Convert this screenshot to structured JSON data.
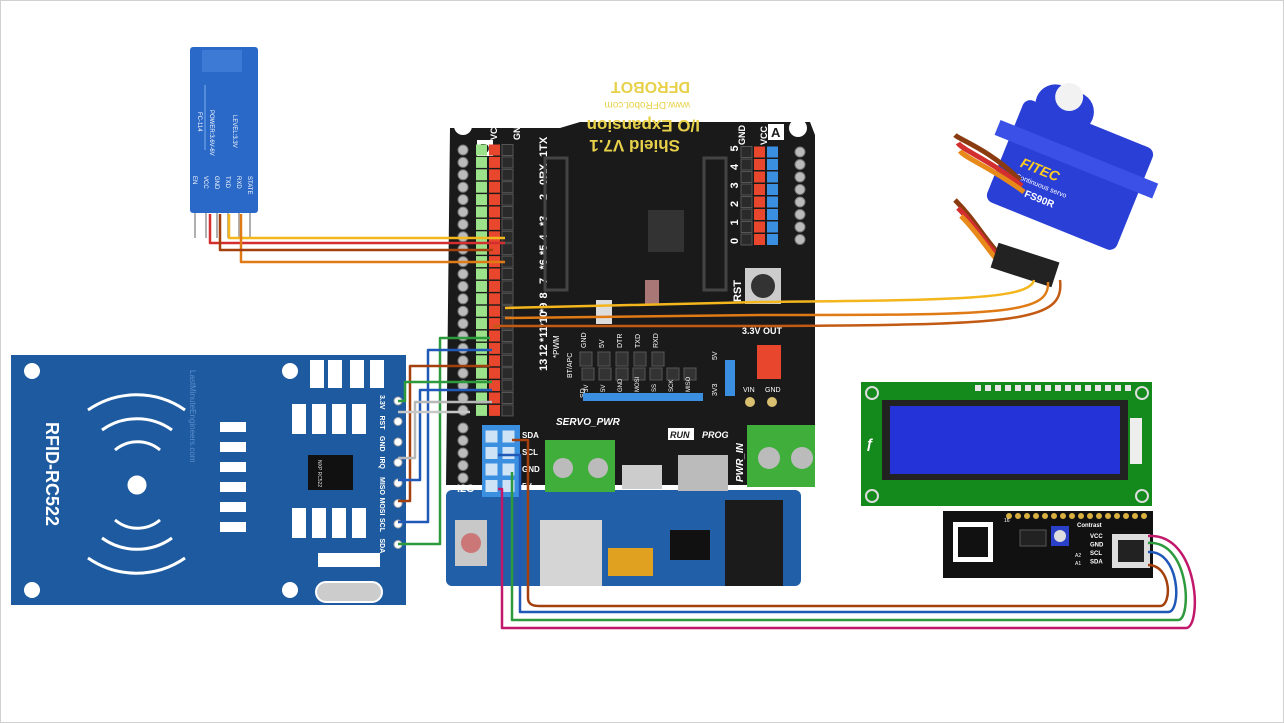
{
  "bluetooth": {
    "model": "FC-114",
    "power": "POWER:3.6V-6V",
    "level": "LEVEL:3.3V",
    "pins": [
      "EN",
      "VCC",
      "GND",
      "TXD",
      "RXD",
      "STATE"
    ]
  },
  "shield": {
    "title": "I/O Expansion",
    "subtitle": "Shield V7.1",
    "url": "www.DFRobot.com",
    "brand": "DFROBOT",
    "header_d": "D",
    "header_a": "A",
    "vcc": "VCC",
    "gnd": "GND",
    "digital_left": [
      "*3",
      "4",
      "*5",
      "*6",
      "7",
      "8",
      "*9",
      "*10",
      "*11",
      "12",
      "13"
    ],
    "tx": "1TX",
    "rx": "0RX",
    "two": "2",
    "pwm": "*PWM",
    "analog": [
      "0",
      "1",
      "2",
      "3",
      "4",
      "5"
    ],
    "rst": "RST",
    "out": "3.3V OUT",
    "servo_pwr": "SERVO_PWR",
    "run": "RUN",
    "prog": "PROG",
    "pwr_in": "PWR_IN",
    "i2c": "I2C",
    "sda": "SDA",
    "scl": "SCL",
    "gnd_pin": "GND",
    "five_v": "5V",
    "xbee_top": [
      "GND",
      "5V",
      "DTR",
      "TXD",
      "RXD"
    ],
    "xbee_bottom": [
      "3V",
      "5V",
      "GND",
      "MOSI",
      "SS",
      "SCK",
      "MISO"
    ],
    "bt_apc": "BT/APC",
    "sd": "SD",
    "v5": "5V",
    "v3": "3V3",
    "vin": "VIN",
    "gnd2": "GND"
  },
  "rfid": {
    "label": "RFID-RC522",
    "pins": [
      "3.3V",
      "RST",
      "GND",
      "IRQ",
      "MISO",
      "MOSI",
      "SCL",
      "SDA"
    ],
    "chip": "NXP RC522",
    "watermark": "LastMinuteEngineers.com"
  },
  "servo": {
    "brand": "FITEC",
    "type": "Continuous servo",
    "model": "FS90R"
  },
  "i2c_backpack": {
    "contrast": "Contrast",
    "pins": [
      "VCC",
      "GND",
      "SCL",
      "SDA"
    ],
    "a_labels": [
      "A2",
      "A1"
    ],
    "pin16": "16"
  },
  "colors": {
    "board_blue": "#1d5aa0",
    "shield_black": "#1a1a1a",
    "header_green": "#9be28b",
    "header_red": "#e8472e",
    "header_blue": "#3b8fe0",
    "wire_yellow": "#f3b61c",
    "wire_orange": "#e07a14",
    "wire_red": "#d32f2f",
    "wire_brown": "#a3400d",
    "wire_green": "#2e9a3e",
    "wire_blue": "#2058b8",
    "wire_magenta": "#c2186b",
    "wire_gray": "#b8b8b8",
    "lcd_screen": "#2433d8",
    "lcd_pcb": "#138a1b"
  }
}
